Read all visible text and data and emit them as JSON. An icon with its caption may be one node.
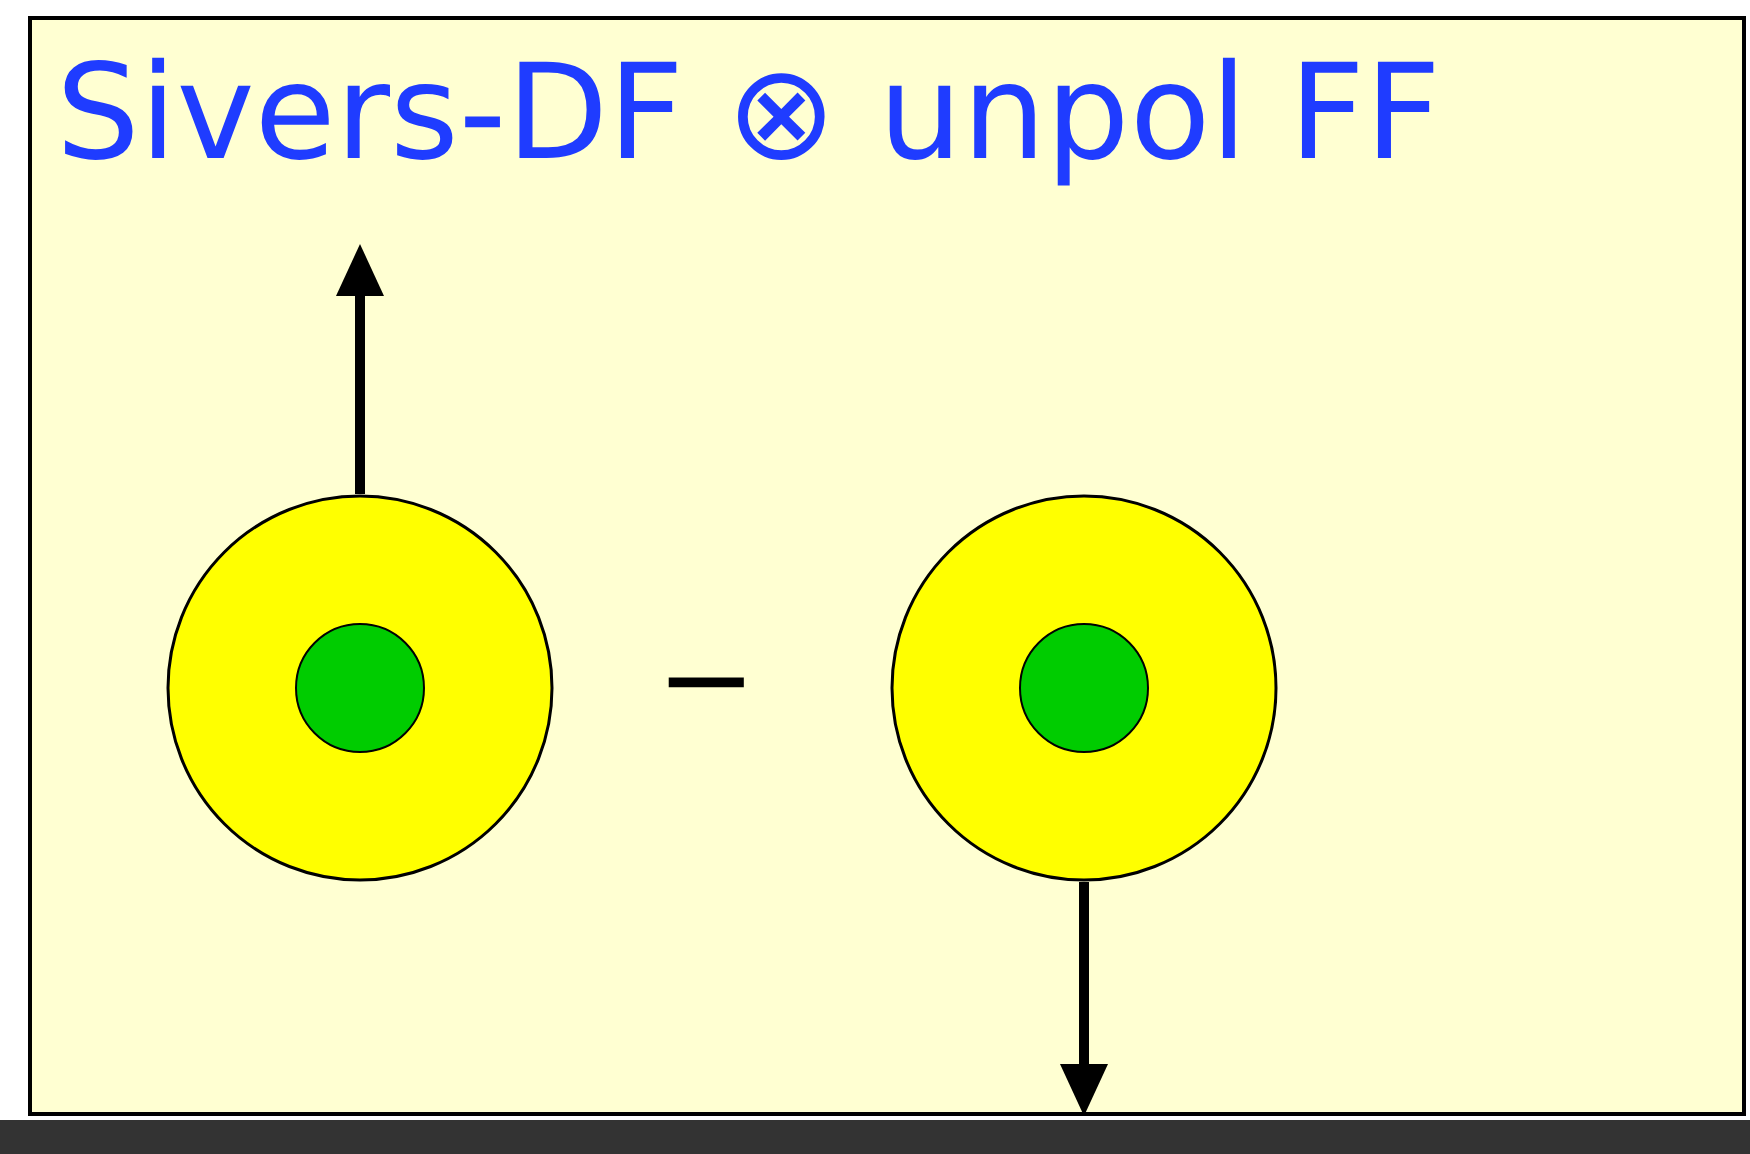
{
  "diagram": {
    "title": "Sivers-DF ⊗ unpol FF",
    "nodes": [
      {
        "text": [],
        "shape": "circle"
      },
      {
        "text": [],
        "shape": "circle"
      }
    ],
    "labels": [
      "−"
    ]
  }
}
